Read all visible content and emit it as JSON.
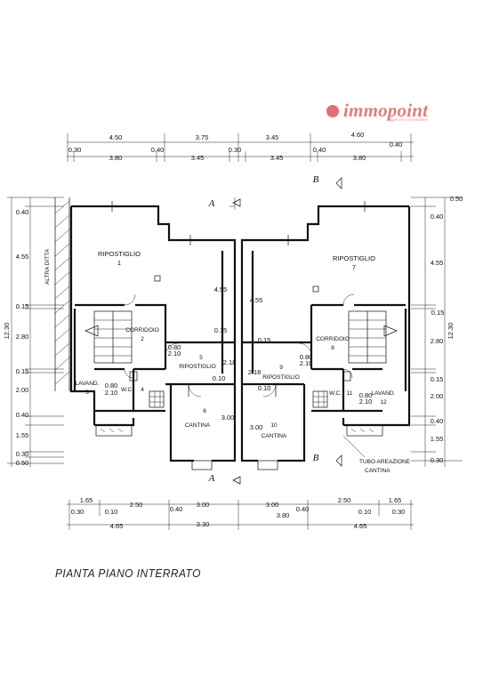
{
  "logo": {
    "word": "immopoint",
    "tagline": "agenzie immobiliare",
    "color": "#e27b7b"
  },
  "title": "PIANTA PIANO INTERRATO",
  "top_dims_row1": [
    "4.50",
    "3.75",
    "3.45",
    "4.60"
  ],
  "top_dims_row2": [
    "0.30",
    "3.80",
    "0.40",
    "3.45",
    "0.30",
    "3.45",
    "0.40",
    "3.80",
    "0.40"
  ],
  "bottom_dims_row1": [
    "1.65",
    "2.50",
    "3.00",
    "3.00",
    "2.50",
    "1.65"
  ],
  "bottom_dims_row2": [
    "0.30",
    "0.10",
    "0.40",
    "0.40",
    "0.10",
    "0.30"
  ],
  "bottom_dims_row3": [
    "4.65",
    "3.30",
    "3.80",
    "4.65"
  ],
  "left_dims": [
    "0.40",
    "4.55",
    "0.15",
    "2.80",
    "0.15",
    "2.00",
    "0.40",
    "1.55",
    "0.30",
    "0.50"
  ],
  "left_total": "12.30",
  "left_note": "ALTRA DITTA",
  "right_dims": [
    "0.50",
    "0.40",
    "4.55",
    "0.15",
    "2.80",
    "0.15",
    "2.00",
    "0.40",
    "1.55",
    "0.30"
  ],
  "right_total": "12.30",
  "rooms": [
    {
      "name": "RIPOSTIGLIO",
      "num": "1"
    },
    {
      "name": "CORRIDOIO",
      "num": "2"
    },
    {
      "name": "LAVAND.",
      "num": "3"
    },
    {
      "name": "W.C.",
      "num": "4"
    },
    {
      "name": "RIPOSTIGLIO",
      "num": "5"
    },
    {
      "name": "CANTINA",
      "num": "6"
    },
    {
      "name": "RIPOSTIGLIO",
      "num": "7"
    },
    {
      "name": "CORRIDOIO",
      "num": "8"
    },
    {
      "name": "RIPOSTIGLIO",
      "num": "9"
    },
    {
      "name": "CANTINA",
      "num": "10"
    },
    {
      "name": "W.C.",
      "num": "11"
    },
    {
      "name": "LAVAND.",
      "num": "12"
    }
  ],
  "inner_dims": [
    "4.55",
    "0.15",
    "2.18",
    "0.10",
    "3.00",
    "4.55",
    "0.15",
    "2.18",
    "0.10",
    "3.00"
  ],
  "door_labels": [
    "0.80",
    "2.10"
  ],
  "section_marks": [
    "A",
    "B"
  ],
  "note": {
    "line1": "TUBO AREAZIONE",
    "line2": "CANTINA"
  }
}
